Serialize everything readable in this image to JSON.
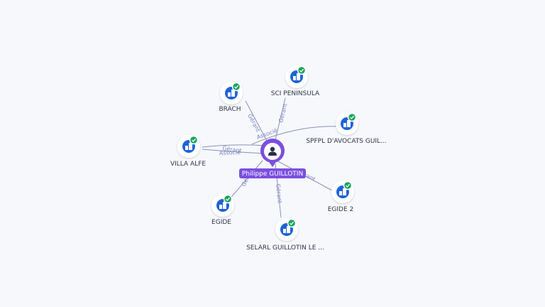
{
  "colors": {
    "person": "#7b4fe0",
    "company": "#1e63d6",
    "check": "#1aa260",
    "edge": "#8a90b8",
    "edge_label": "#7f86c0"
  },
  "center": {
    "label": "Philippe GUILLOTIN",
    "icon": "person-icon"
  },
  "nodes": [
    {
      "id": "brach",
      "label": "BRACH",
      "icon": "building-icon",
      "verified": true
    },
    {
      "id": "sci",
      "label": "SCI PENINSULA",
      "icon": "building-icon",
      "verified": true
    },
    {
      "id": "spfpl",
      "label": "SPFPL D'AVOCATS GUIL...",
      "icon": "building-icon",
      "verified": true
    },
    {
      "id": "villa",
      "label": "VILLA ALFE",
      "icon": "building-icon",
      "verified": true
    },
    {
      "id": "egide2",
      "label": "EGIDE 2",
      "icon": "building-icon",
      "verified": true
    },
    {
      "id": "egide",
      "label": "EGIDE",
      "icon": "building-icon",
      "verified": true
    },
    {
      "id": "selarl",
      "label": "SELARL GUILLOTIN LE ...",
      "icon": "building-icon",
      "verified": true
    }
  ],
  "edges": [
    {
      "to": "brach",
      "label": "Gérant"
    },
    {
      "to": "sci",
      "label": "Gérant"
    },
    {
      "to": "spfpl",
      "label": "Associé"
    },
    {
      "to": "villa",
      "label": "Gérant"
    },
    {
      "to": "villa",
      "label": "Associé"
    },
    {
      "to": "egide2",
      "label": "Gérant"
    },
    {
      "to": "egide",
      "label": "Gérant"
    },
    {
      "to": "selarl",
      "label": "Gérant"
    }
  ]
}
